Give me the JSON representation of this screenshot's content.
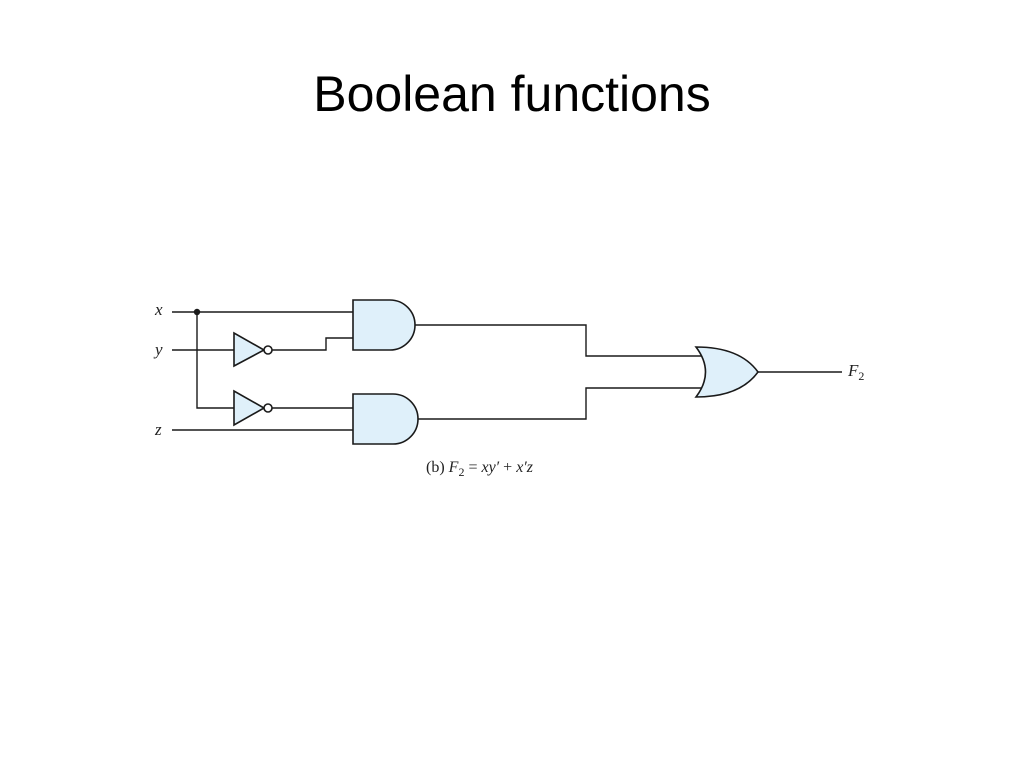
{
  "title": "Boolean functions",
  "diagram": {
    "colors": {
      "gate_fill": "#dff0fa",
      "line": "#1a1a1a"
    },
    "inputs": {
      "x": "x",
      "y": "y",
      "z": "z"
    },
    "output": {
      "name": "F",
      "subscript": "2"
    },
    "caption": {
      "prefix": "(b) ",
      "F": "F",
      "F_sub": "2",
      "eq": " = ",
      "term1": "xy′",
      "plus": " + ",
      "term2": "x′z"
    },
    "gates": [
      "not-gate",
      "not-gate",
      "and-gate",
      "and-gate",
      "or-gate"
    ]
  }
}
